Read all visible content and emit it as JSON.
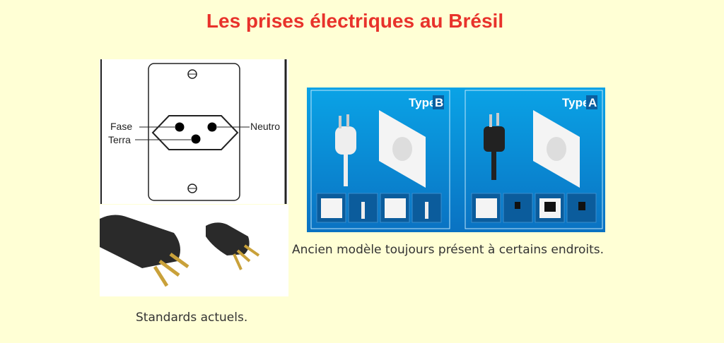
{
  "title": "Les prises électriques au Brésil",
  "diagram": {
    "labels": {
      "fase": "Fase",
      "terra": "Terra",
      "neutro": "Neutro"
    }
  },
  "panel": {
    "type_b": {
      "word": "Type",
      "letter": "B"
    },
    "type_a": {
      "word": "Type",
      "letter": "A"
    }
  },
  "captions": {
    "old": "Ancien modèle toujours présent à certains endroits.",
    "current": "Standards actuels."
  }
}
